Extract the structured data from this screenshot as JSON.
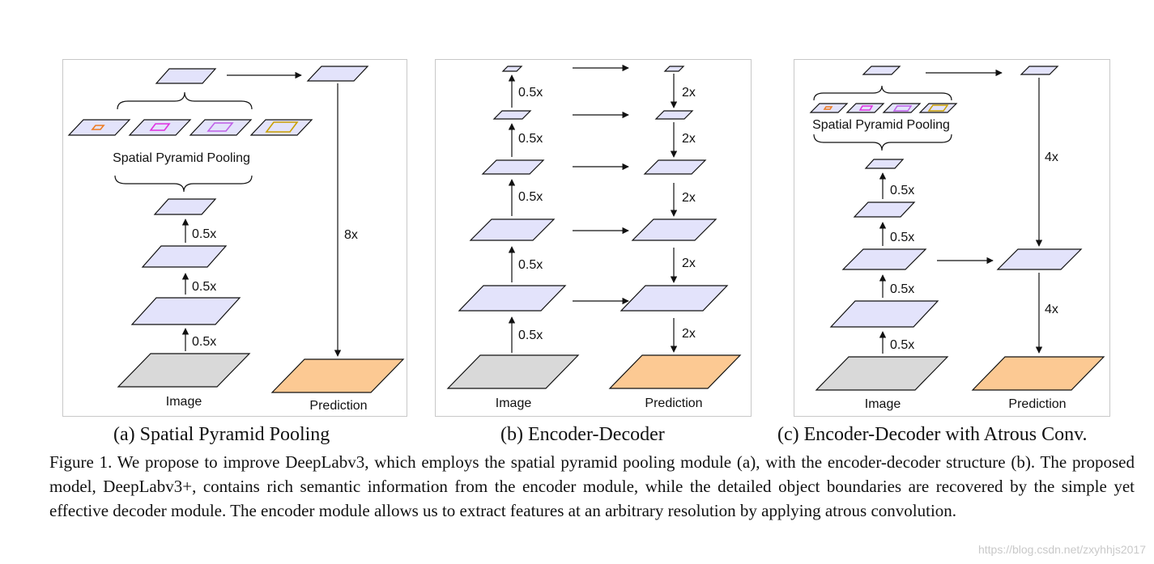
{
  "colors": {
    "feature_fill": "#e3e3fb",
    "image_fill": "#d9d9d9",
    "prediction_fill": "#fcc993",
    "stroke": "#111111",
    "pool_orange": "#ee7a1f",
    "pool_magenta": "#e030e0",
    "pool_violet": "#c060e8",
    "pool_gold": "#c9a000"
  },
  "panel_a": {
    "spp_label": "Spatial Pyramid Pooling",
    "scale_1": "0.5x",
    "scale_2": "0.5x",
    "scale_3": "0.5x",
    "upsample": "8x",
    "image_label": "Image",
    "prediction_label": "Prediction"
  },
  "panel_b": {
    "enc_1": "0.5x",
    "enc_2": "0.5x",
    "enc_3": "0.5x",
    "enc_4": "0.5x",
    "enc_5": "0.5x",
    "dec_1": "2x",
    "dec_2": "2x",
    "dec_3": "2x",
    "dec_4": "2x",
    "dec_5": "2x",
    "image_label": "Image",
    "prediction_label": "Prediction"
  },
  "panel_c": {
    "spp_label": "Spatial Pyramid Pooling",
    "enc_1": "0.5x",
    "enc_2": "0.5x",
    "enc_3": "0.5x",
    "enc_4": "0.5x",
    "dec_1": "4x",
    "dec_2": "4x",
    "image_label": "Image",
    "prediction_label": "Prediction"
  },
  "subcaptions": {
    "a": "(a) Spatial Pyramid Pooling",
    "b": "(b) Encoder-Decoder",
    "c": "(c) Encoder-Decoder with Atrous Conv."
  },
  "caption": "Figure 1. We propose to improve DeepLabv3, which employs the spatial pyramid pooling module (a), with the encoder-decoder structure (b). The proposed model, DeepLabv3+, contains rich semantic information from the encoder module, while the detailed object boundaries are recovered by the simple yet effective decoder module. The encoder module allows us to extract features at an arbitrary resolution by applying atrous convolution.",
  "watermark": "https://blog.csdn.net/zxyhhjs2017"
}
